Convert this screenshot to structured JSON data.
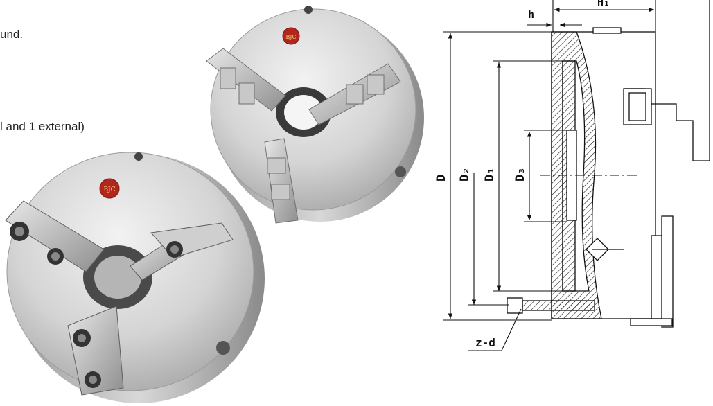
{
  "text_fragments": {
    "line1": "und.",
    "line2": "l and 1 external)"
  },
  "logo": {
    "text": "BJC"
  },
  "dimensions": {
    "h": "h",
    "H1": "H₁",
    "D": "D",
    "D2": "D₂",
    "D1": "D₁",
    "D3": "D₃",
    "zd": "z-d"
  },
  "colors": {
    "metal_light": "#e6e6e6",
    "metal_dark": "#8c8c8c",
    "logo_red": "#b3261e",
    "line": "#111111"
  }
}
